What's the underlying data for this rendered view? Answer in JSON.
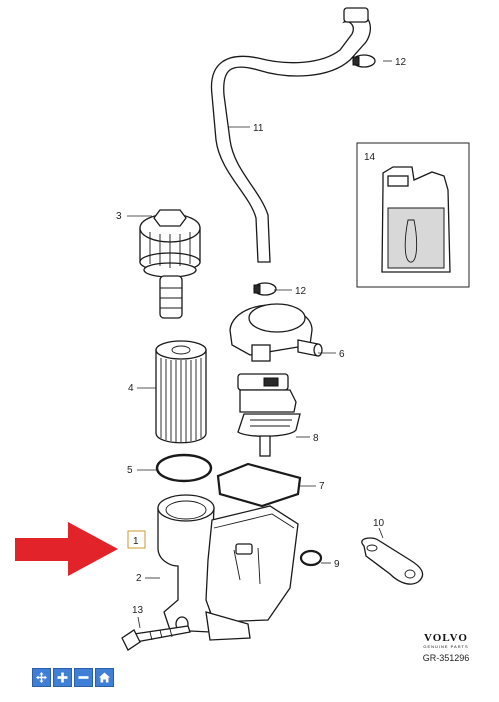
{
  "callouts": {
    "c1": "1",
    "c2": "2",
    "c3": "3",
    "c4": "4",
    "c5": "5",
    "c6": "6",
    "c7": "7",
    "c8": "8",
    "c9": "9",
    "c10": "10",
    "c11": "11",
    "c12a": "12",
    "c12b": "12",
    "c13": "13",
    "c14": "14"
  },
  "brand": {
    "logo": "VOLVO",
    "subtitle": "GENUINE PARTS",
    "reference": "GR-351296"
  },
  "toolbar": {
    "buttons": [
      {
        "icon": "move-icon"
      },
      {
        "icon": "zoom-in-icon"
      },
      {
        "icon": "zoom-out-icon"
      },
      {
        "icon": "home-icon"
      }
    ]
  },
  "colors": {
    "arrow": "#e3232a",
    "toolbar": "#3f7fd6",
    "highlight_box": "#c89a2a"
  }
}
